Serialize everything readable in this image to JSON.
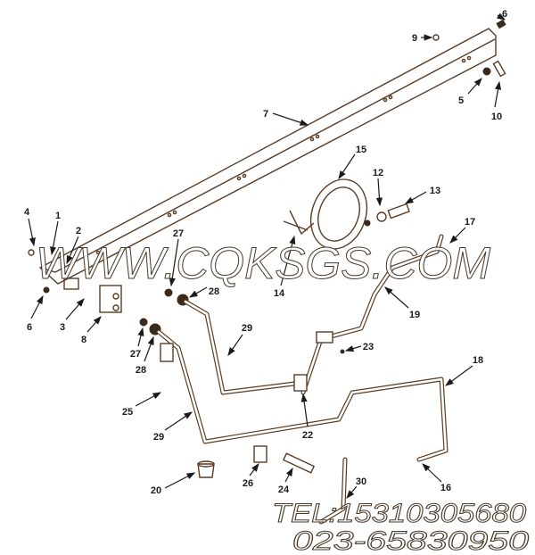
{
  "diagram": {
    "callouts": [
      "6",
      "9",
      "5",
      "10",
      "7",
      "15",
      "12",
      "13",
      "4",
      "1",
      "2",
      "17",
      "27",
      "28",
      "14",
      "6",
      "3",
      "8",
      "19",
      "29",
      "23",
      "27",
      "28",
      "18",
      "25",
      "29",
      "22",
      "26",
      "24",
      "20",
      "16",
      "30"
    ]
  },
  "watermark": {
    "url": "WWW.CQKSGS.COM",
    "tel": "TEL:15310305680",
    "phone2": "023-65830950"
  },
  "colors": {
    "line": "#5b3b22",
    "label": "#1a1a1a"
  }
}
